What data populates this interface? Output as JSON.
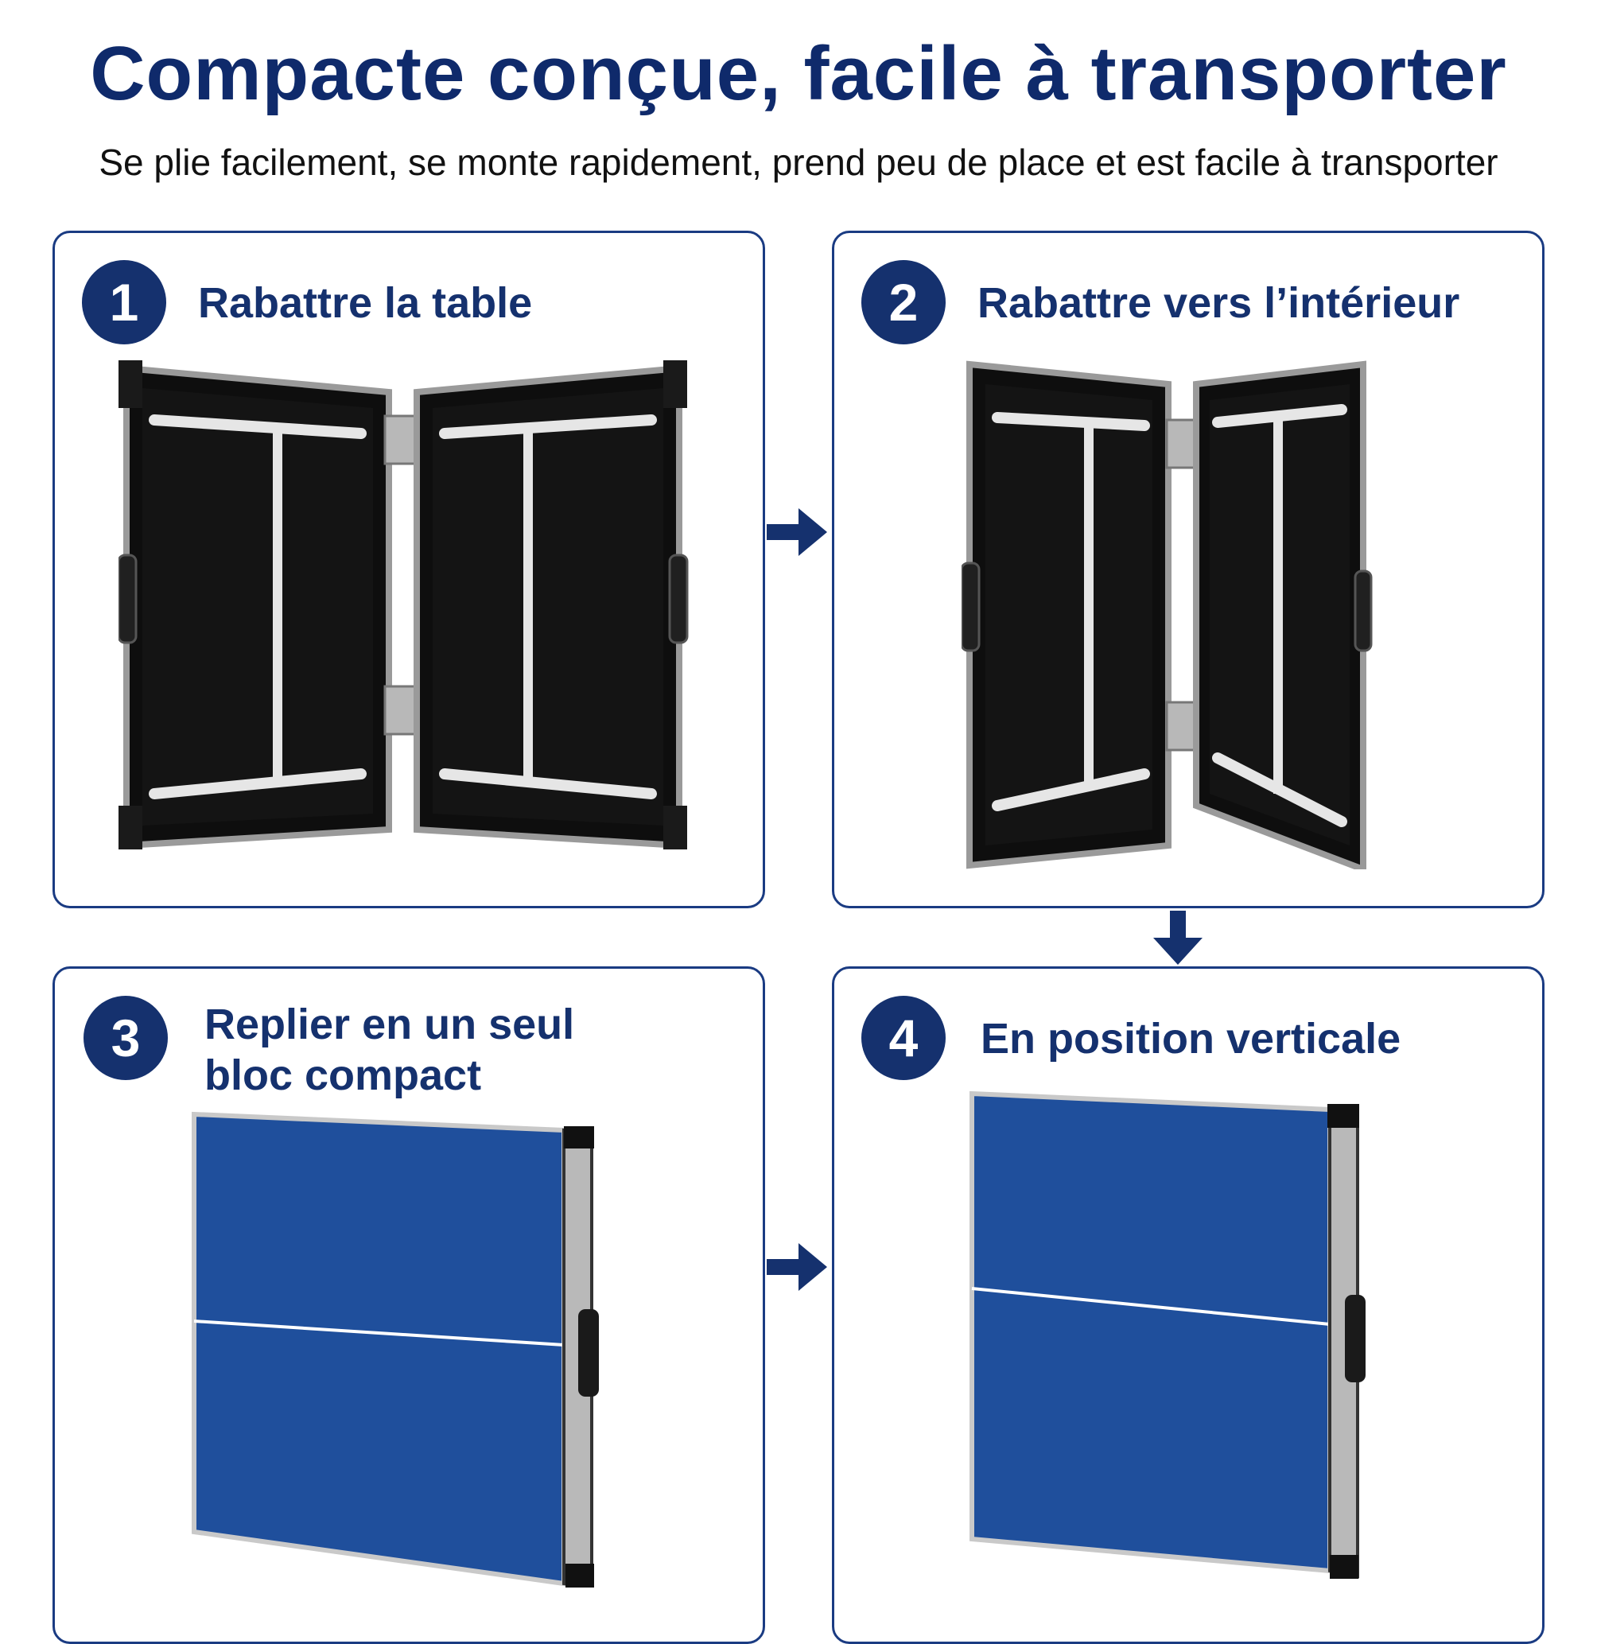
{
  "header": {
    "title": "Compacte conçue, facile à transporter",
    "subtitle": "Se plie facilement, se monte rapidement, prend peu de place et est facile à transporter"
  },
  "steps": [
    {
      "number": "1",
      "label": "Rabattre la table",
      "image": "table-unfolded-underside"
    },
    {
      "number": "2",
      "label": "Rabattre vers l’intérieur",
      "image": "table-folding-inward"
    },
    {
      "number": "3",
      "label": "Replier en un seul bloc compact",
      "image": "table-folded-compact"
    },
    {
      "number": "4",
      "label": "En position verticale",
      "image": "table-standing-vertical"
    }
  ],
  "colors": {
    "navy": "#15316e",
    "panel_border": "#1a3b82",
    "table_blue": "#1f4f9c",
    "frame_black": "#111111"
  }
}
